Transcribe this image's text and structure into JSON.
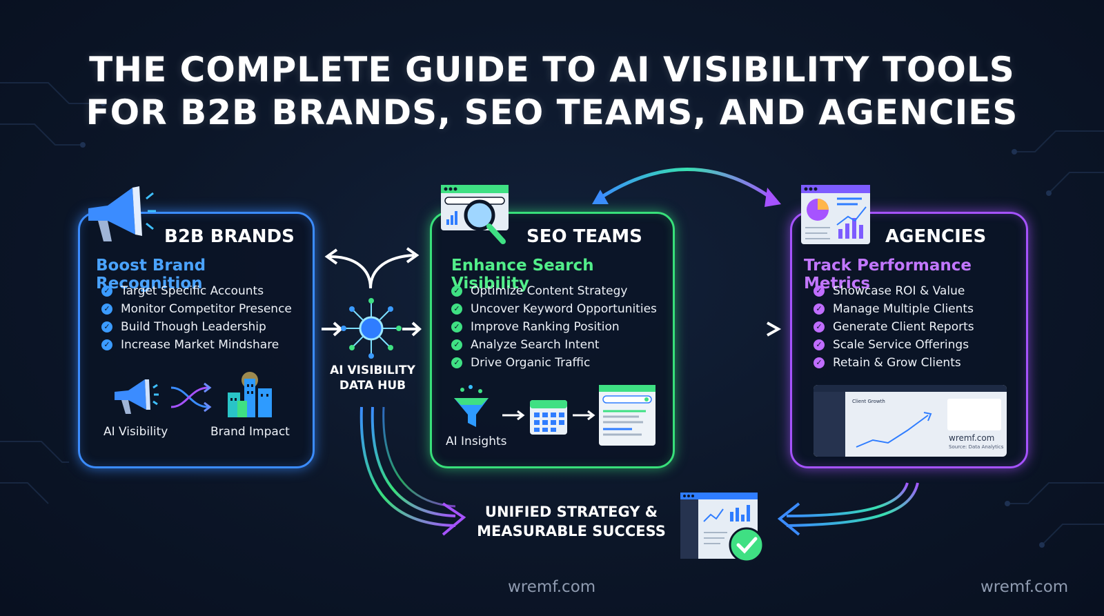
{
  "title": {
    "line1": "THE COMPLETE GUIDE TO AI VISIBILITY TOOLS",
    "line2": "FOR B2B BRANDS, SEO TEAMS, AND AGENCIES"
  },
  "panels": {
    "b2b": {
      "title": "B2B BRANDS",
      "subtitle": "Boost Brand Recognition",
      "items": [
        "Target Specific Accounts",
        "Monitor Competitor Presence",
        "Build Though Leadership",
        "Increase Market Mindshare"
      ],
      "footer_left": "AI Visibility",
      "footer_right": "Brand Impact",
      "accent": "#3b8cff"
    },
    "seo": {
      "title": "SEO TEAMS",
      "subtitle": "Enhance Search Visibility",
      "items": [
        "Optimize Content Strategy",
        "Uncover Keyword Opportunities",
        "Improve Ranking Position",
        "Analyze Search Intent",
        "Drive Organic Traffic"
      ],
      "footer_label": "AI Insights",
      "accent": "#38e07a"
    },
    "agencies": {
      "title": "AGENCIES",
      "subtitle": "Track Performance Metrics",
      "items": [
        "Showcase ROI & Value",
        "Manage Multiple Clients",
        "Generate Client Reports",
        "Scale Service Offerings",
        "Retain & Grow Clients"
      ],
      "dashboard_title": "Client Growth",
      "dashboard_brand": "wremf.com",
      "dashboard_source": "Source: Data Analytics",
      "accent": "#a653ff"
    }
  },
  "hub": {
    "line1": "AI VISIBILITY",
    "line2": "DATA HUB"
  },
  "outcome": {
    "line1": "UNIFIED STRATEGY &",
    "line2": "MEASURABLE SUCCESS"
  },
  "watermarks": {
    "center": "wremf.com",
    "right": "wremf.com"
  },
  "icons": [
    "megaphone-icon",
    "shuffle-icon",
    "city-icon",
    "search-window-icon",
    "funnel-icon",
    "calendar-icon",
    "document-icon",
    "analytics-window-icon",
    "hub-network-icon",
    "dashboard-check-icon"
  ]
}
